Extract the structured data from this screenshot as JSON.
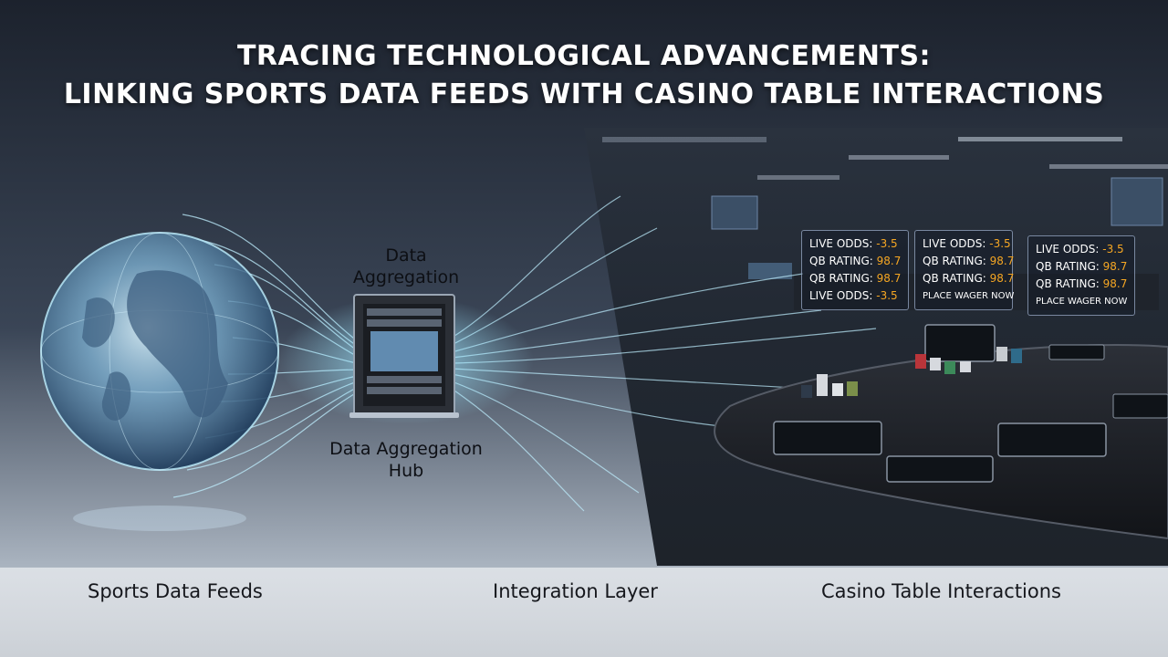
{
  "title": {
    "line1": "TRACING TECHNOLOGICAL ADVANCEMENTS:",
    "line2": "LINKING SPORTS DATA FEEDS WITH CASINO TABLE INTERACTIONS"
  },
  "hub": {
    "top_label_1": "Data",
    "top_label_2": "Aggregation",
    "bottom_label_1": "Data Aggregation",
    "bottom_label_2": "Hub"
  },
  "sections": {
    "sports": "Sports Data Feeds",
    "integration": "Integration Layer",
    "casino": "Casino Table Interactions"
  },
  "overlays": {
    "panel1": [
      {
        "label": "LIVE ODDS:",
        "value": "-3.5"
      },
      {
        "label": "QB RATING:",
        "value": "98.7"
      },
      {
        "label": "QB RATING:",
        "value": "98.7"
      },
      {
        "label": "LIVE ODDS:",
        "value": "-3.5"
      }
    ],
    "panel2": [
      {
        "label": "LIVE ODDS:",
        "value": "-3.5"
      },
      {
        "label": "QB RATING:",
        "value": "98.7"
      },
      {
        "label": "QB RATING:",
        "value": "98.7"
      }
    ],
    "panel2_cta": "PLACE WAGER NOW",
    "panel3": [
      {
        "label": "LIVE ODDS:",
        "value": "-3.5"
      },
      {
        "label": "QB RATING:",
        "value": "98.7"
      },
      {
        "label": "QB RATING:",
        "value": "98.7"
      }
    ],
    "panel3_cta": "PLACE WAGER NOW"
  },
  "colors": {
    "accent_cyan": "#8fe3ff",
    "odds_orange": "#f5a623",
    "footer_bg": "#d9dde3"
  }
}
